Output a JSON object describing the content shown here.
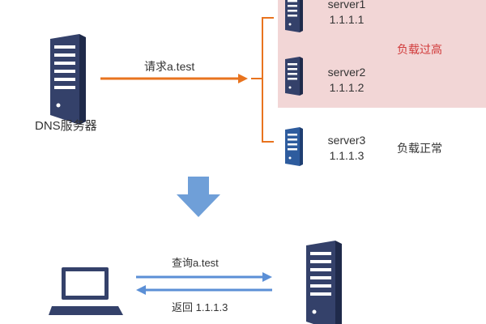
{
  "dns": {
    "label": "DNS服务器",
    "request_label": "请求a.test"
  },
  "servers": [
    {
      "name": "server1",
      "ip": "1.1.1.1",
      "overloaded": true
    },
    {
      "name": "server2",
      "ip": "1.1.1.2",
      "overloaded": true
    },
    {
      "name": "server3",
      "ip": "1.1.1.3",
      "overloaded": false
    }
  ],
  "status": {
    "high_load": "负载过高",
    "normal_load": "负载正常"
  },
  "query": {
    "query_label": "查询a.test",
    "return_label": "返回 1.1.1.3"
  },
  "colors": {
    "request_arrow": "#e8731e",
    "bracket": "#e8731e",
    "down_arrow": "#6f9fd8",
    "server_dark": "#34416a",
    "server_blue": "#2e5c9e",
    "panel": "#f2d6d6",
    "alert_text": "#d13b3b",
    "exchange_arrow": "#5b8fd6"
  },
  "icons": {
    "dns_server": "server-tower-icon",
    "client": "laptop-icon",
    "bottom_server": "server-tower-icon"
  }
}
